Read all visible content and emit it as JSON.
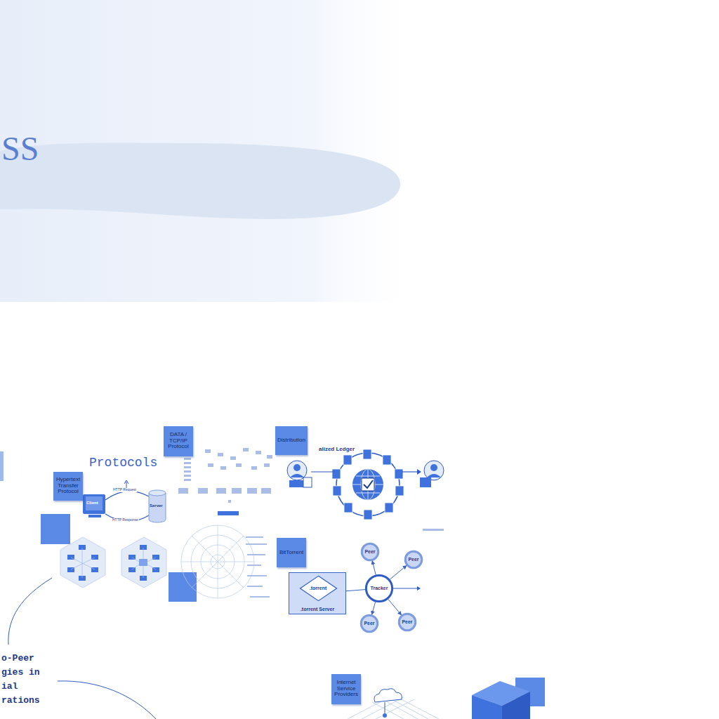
{
  "diagram": {
    "nodes": [
      {
        "text": [
          "Hypertext Transfer Protocol"
        ]
      },
      {
        "text": [
          "DATA / TCP/IP Protocol"
        ]
      },
      {
        "text": [
          "Distribution"
        ]
      },
      {
        "text": [
          "BitTorrent"
        ]
      },
      {
        "text": [
          ".torrent Server"
        ]
      },
      {
        "text": [
          ".torrent"
        ],
        "in": 4
      },
      {
        "text": [
          "Tracker"
        ]
      },
      {
        "text": [
          "Peer"
        ]
      },
      {
        "text": [
          "Peer"
        ]
      },
      {
        "text": [
          "Peer"
        ]
      },
      {
        "text": [
          "Peer"
        ]
      },
      {
        "text": [
          "Internet Service Providers"
        ]
      }
    ],
    "edges": [
      {
        "from": 4,
        "to": 6,
        "arrow": "none"
      },
      {
        "from": 6,
        "to": 7,
        "arrow": "to"
      },
      {
        "from": 6,
        "to": 8,
        "arrow": "to"
      },
      {
        "from": 6,
        "to": 9,
        "arrow": "to"
      },
      {
        "from": 6,
        "to": 10,
        "arrow": "to"
      }
    ],
    "labels": [
      "SS",
      "Protocols",
      "alized Ledger",
      "HTTP Request",
      "HTTP Response",
      "Client",
      "Server",
      "o-Peer",
      "gies in",
      "ial",
      "rations"
    ]
  }
}
